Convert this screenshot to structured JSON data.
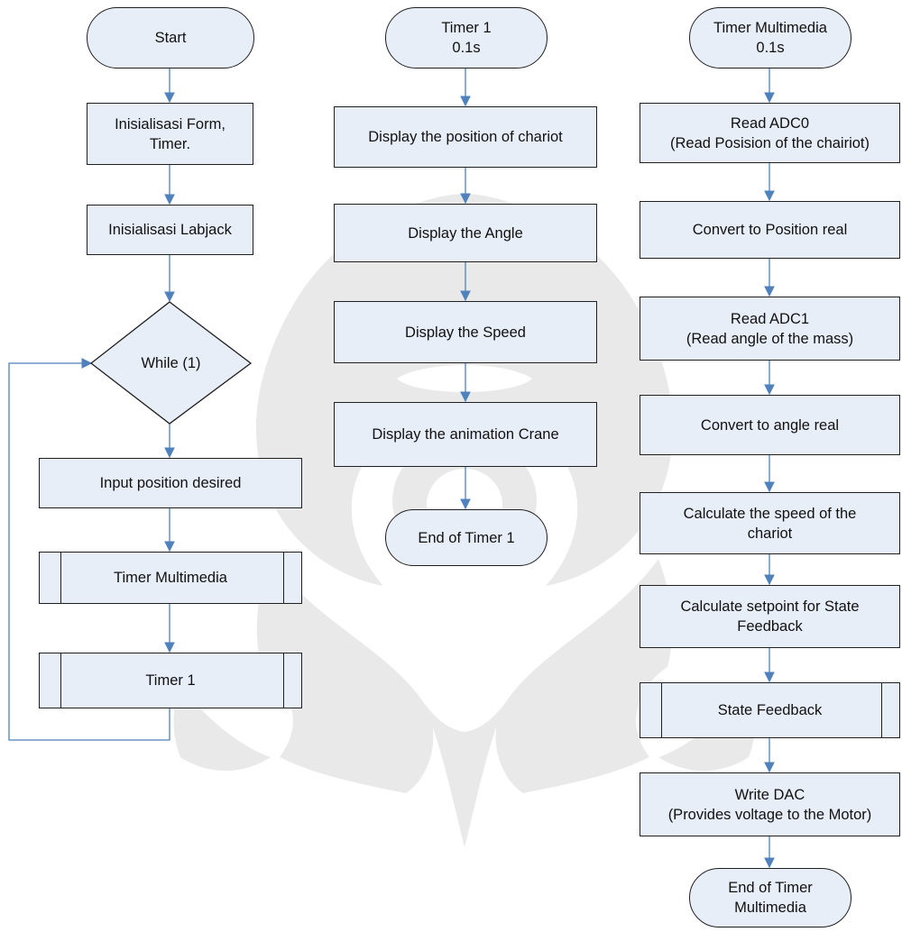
{
  "colors": {
    "node_fill": "#e8eef8",
    "node_border": "#1f1f1f",
    "arrow": "#4f81bd",
    "watermark": "#e7e7e7"
  },
  "main_flow": {
    "start": "Start",
    "init_form": "Inisialisasi Form,\nTimer.",
    "init_labjack": "Inisialisasi Labjack",
    "while_loop": "While (1)",
    "input_position": "Input  position desired",
    "call_timer_multimedia": "Timer Multimedia",
    "call_timer1": "Timer 1"
  },
  "timer1_flow": {
    "start": "Timer 1\n0.1s",
    "display_position": "Display the position of chariot",
    "display_angle": "Display the Angle",
    "display_speed": "Display the Speed",
    "display_animation": "Display the animation Crane",
    "end": "End of Timer 1"
  },
  "multimedia_flow": {
    "start": "Timer Multimedia\n0.1s",
    "read_adc0": "Read ADC0\n(Read Posision of the chairiot)",
    "convert_position": "Convert to Position real",
    "read_adc1": "Read ADC1\n(Read angle of the mass)",
    "convert_angle": "Convert to angle real",
    "calc_speed": "Calculate the speed of the\nchariot",
    "calc_setpoint": "Calculate setpoint for State\nFeedback",
    "state_feedback": "State Feedback",
    "write_dac": "Write DAC\n(Provides voltage to the Motor)",
    "end": "End of Timer\nMultimedia"
  }
}
